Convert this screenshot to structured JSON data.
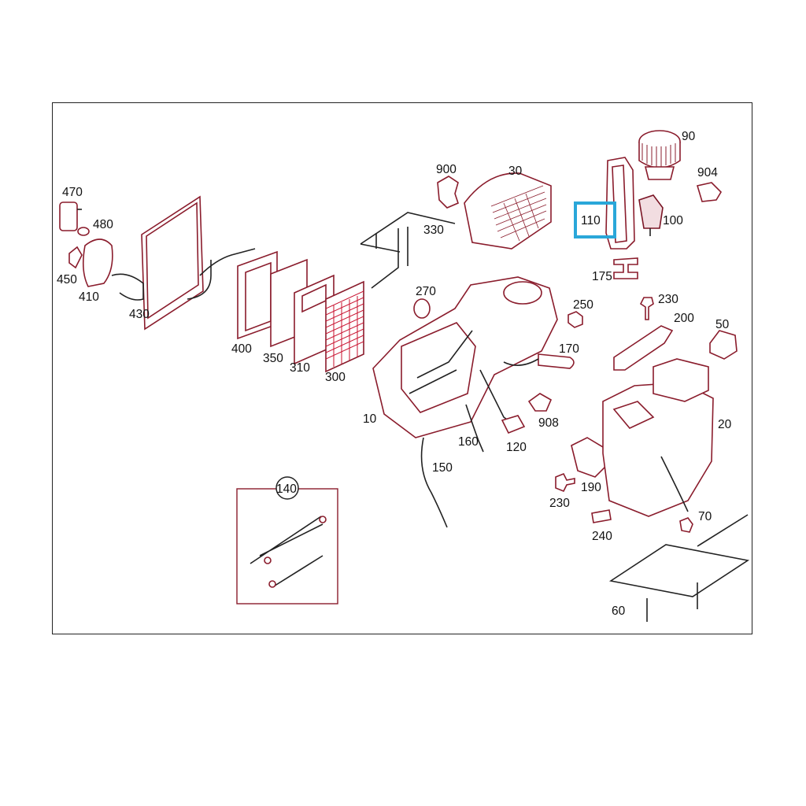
{
  "callouts": {
    "c10": "10",
    "c20": "20",
    "c30": "30",
    "c50": "50",
    "c60": "60",
    "c70": "70",
    "c90": "90",
    "c100": "100",
    "c110": "110",
    "c120": "120",
    "c140": "140",
    "c150": "150",
    "c160": "160",
    "c170": "170",
    "c175": "175",
    "c190": "190",
    "c200": "200",
    "c230a": "230",
    "c230b": "230",
    "c240": "240",
    "c250": "250",
    "c270": "270",
    "c300": "300",
    "c310": "310",
    "c330": "330",
    "c350": "350",
    "c400": "400",
    "c410": "410",
    "c430": "430",
    "c450": "450",
    "c470": "470",
    "c480": "480",
    "c900": "900",
    "c904": "904",
    "c908": "908"
  },
  "highlighted_callout": "110",
  "colors": {
    "frame": "#222222",
    "part_stroke": "#8a1c2c",
    "hatch": "#c8102e",
    "highlight": "#2aa7d9"
  }
}
